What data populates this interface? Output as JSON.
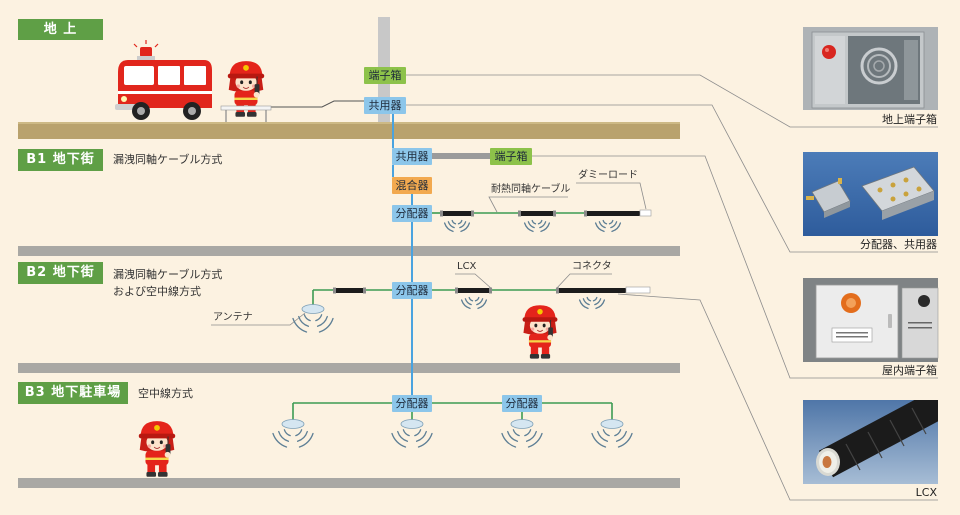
{
  "levels": {
    "ground": {
      "label": "地 上"
    },
    "b1": {
      "label": "B1 地下街",
      "method": "漏洩同軸ケーブル方式"
    },
    "b2": {
      "label": "B2 地下街",
      "method_lines": [
        "漏洩同軸ケーブル方式",
        "および空中線方式"
      ]
    },
    "b3": {
      "label": "B3 地下駐車場",
      "method": "空中線方式"
    }
  },
  "devices": {
    "ground": {
      "terminal_box": "端子箱",
      "combiner": "共用器"
    },
    "b1": {
      "combiner": "共用器",
      "terminal_box": "端子箱",
      "mixer": "混合器",
      "splitter": "分配器"
    },
    "b2": {
      "splitter": "分配器"
    },
    "b3": {
      "splitters": [
        "分配器",
        "分配器"
      ]
    }
  },
  "callouts": {
    "heat_resistant_coax": "耐熱同軸ケーブル",
    "dummy_load": "ダミーロード",
    "lcx": "LCX",
    "connector": "コネクタ",
    "antenna": "アンテナ"
  },
  "photos": [
    {
      "caption": "地上端子箱",
      "icon": "terminal-box-photo"
    },
    {
      "caption": "分配器、共用器",
      "icon": "splitter-combiner-photo"
    },
    {
      "caption": "屋内端子箱",
      "icon": "indoor-terminal-box-photo"
    },
    {
      "caption": "LCX",
      "icon": "lcx-cable-photo"
    }
  ],
  "illustrations": [
    "fire-truck-icon",
    "firefighter-icon",
    "antenna-icon",
    "radio-wave-icon"
  ],
  "colors": {
    "background": "#fcf2e1",
    "level_label": "#5f9f46",
    "blue_box": "#8cc6ea",
    "green_box": "#8dc24a",
    "orange_box": "#f2a94f",
    "ground_surface": "#b9a26d",
    "floor_slab": "#a9a8a4",
    "coax_line": "#4aa3df",
    "feeder_line": "#3c9b52",
    "lcx_cable": "#1c1c1c",
    "fire_red": "#e1261c"
  }
}
